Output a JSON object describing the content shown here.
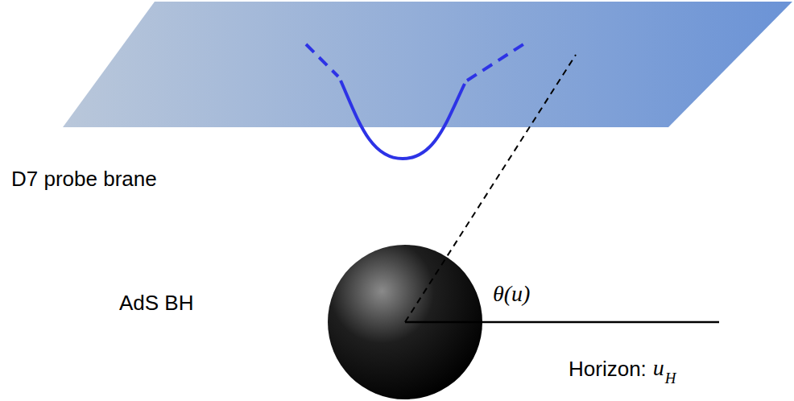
{
  "diagram": {
    "labels": [
      "D7 probe brane",
      "θ(u)",
      "AdS BH",
      "Horizon:",
      "u",
      "H"
    ]
  }
}
